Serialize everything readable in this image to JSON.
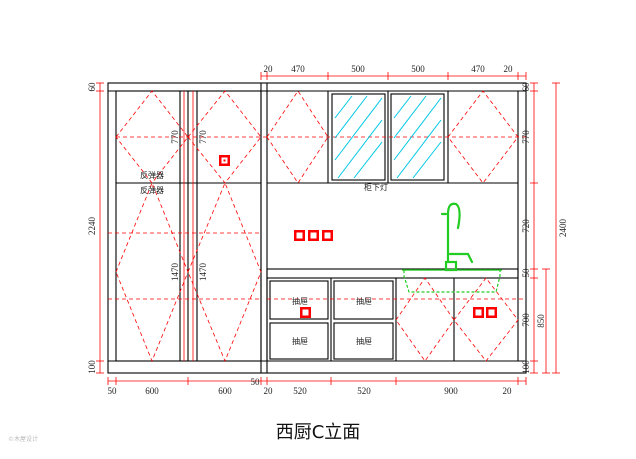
{
  "title": "西厨C立面",
  "watermark": "©木屋设计",
  "colors": {
    "outline": "#000000",
    "dimension": "#ff0000",
    "glass": "#00c8e6",
    "faucet": "#22cc22",
    "socket": "#ff0000"
  },
  "top_dims": [
    "20",
    "470",
    "500",
    "500",
    "470",
    "20"
  ],
  "bottom_dims": [
    "50",
    "600",
    "600",
    "50",
    "20",
    "520",
    "520",
    "900",
    "20"
  ],
  "left_dims": [
    "60",
    "2240",
    "100"
  ],
  "right_inner_dims": [
    "60",
    "770",
    "720",
    "50",
    "700",
    "100"
  ],
  "right_outer_dims": [
    "2400",
    "850"
  ],
  "door_dims": [
    "770",
    "770",
    "1470",
    "1470"
  ],
  "labels": {
    "push_latch": "反弹器",
    "under_cabinet_light": "柜下灯",
    "drawer": "抽屉"
  },
  "socket_icons": [
    "socket-icon",
    "triple-socket-icon",
    "socket-icon",
    "socket-icon"
  ]
}
